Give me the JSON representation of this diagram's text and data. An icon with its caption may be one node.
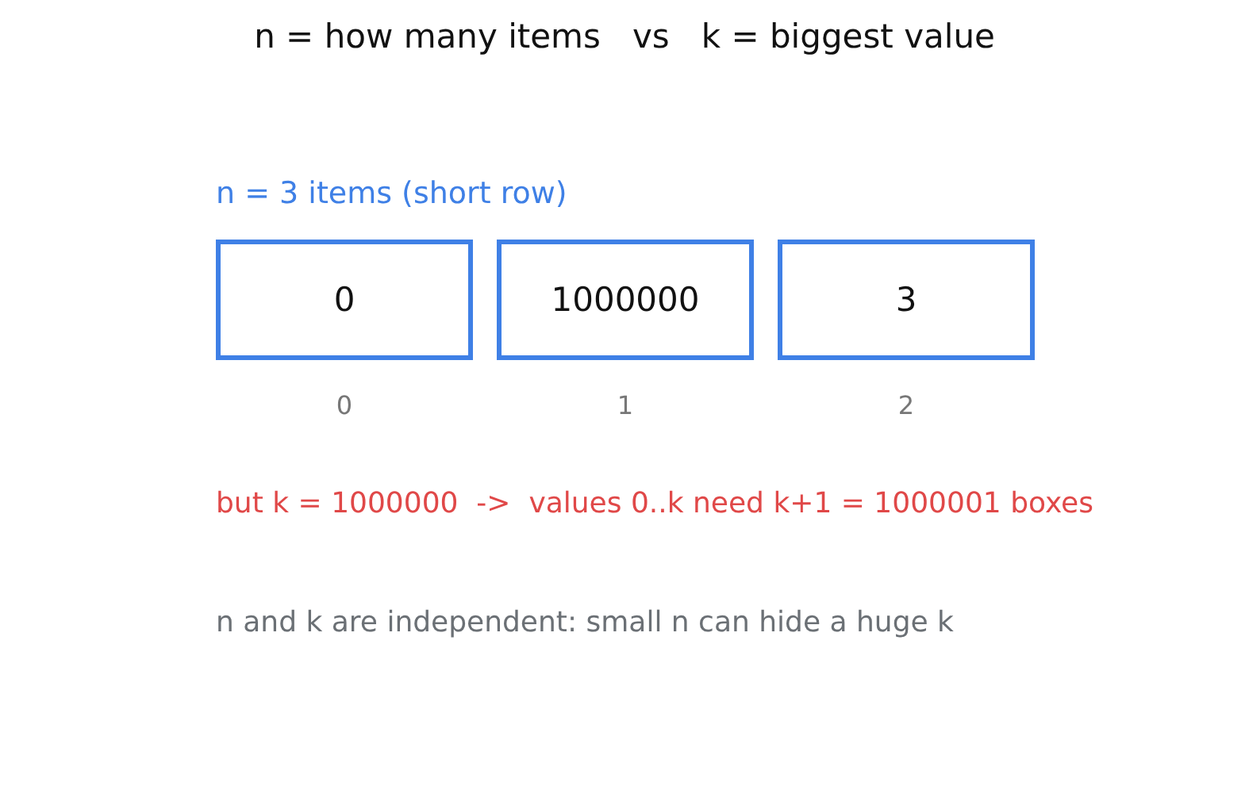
{
  "diagram": {
    "title": "n = how many items   vs   k = biggest value",
    "nodes": [
      {
        "text": [
          "0"
        ],
        "beside": [
          "0"
        ]
      },
      {
        "text": [
          "1000000"
        ],
        "beside": [
          "1"
        ]
      },
      {
        "text": [
          "3"
        ],
        "beside": [
          "2"
        ]
      }
    ],
    "labels": [
      "n = 3 items (short row)",
      "but k = 1000000  ->  values 0..k need k+1 = 1000001 boxes",
      "n and k are independent: small n can hide a huge k"
    ]
  }
}
